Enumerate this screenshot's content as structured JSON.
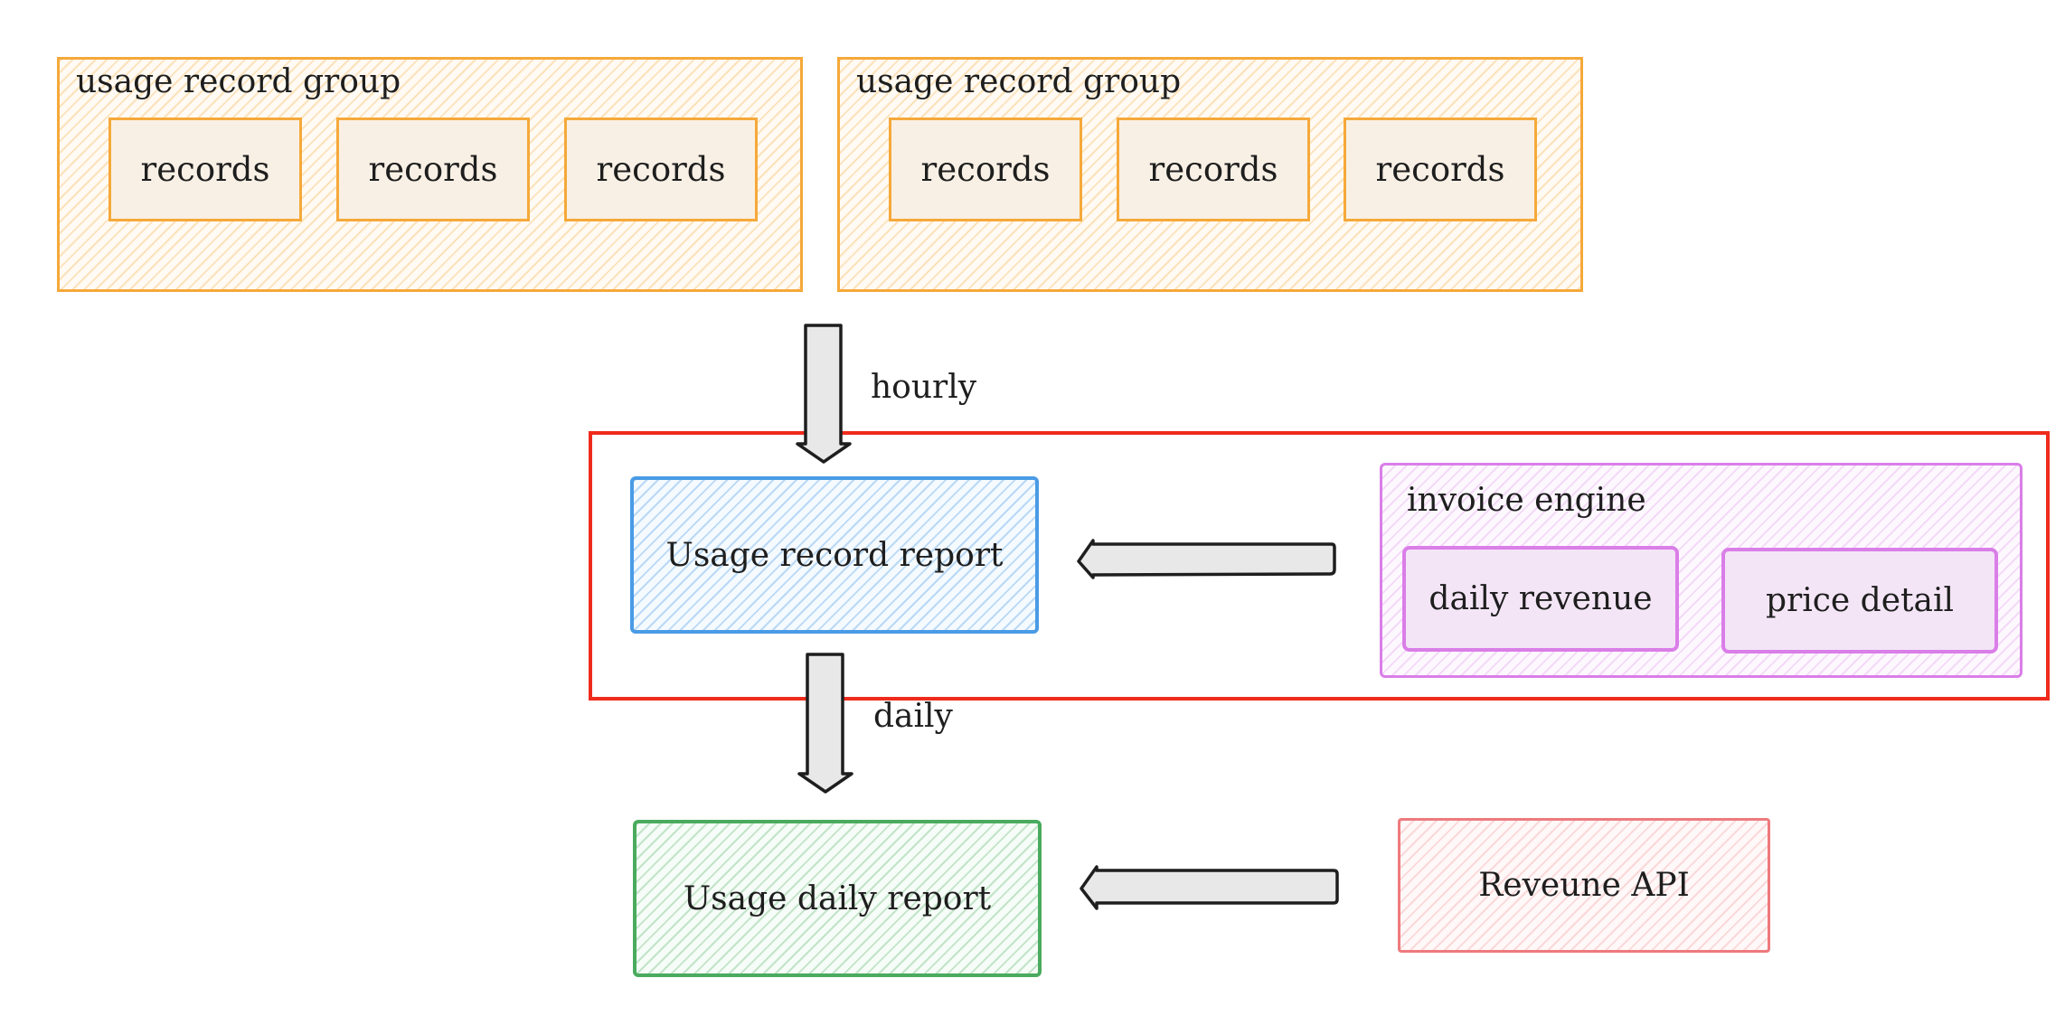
{
  "diagram": {
    "groups": [
      {
        "title": "usage record group",
        "children": [
          "records",
          "records",
          "records"
        ]
      },
      {
        "title": "usage record group",
        "children": [
          "records",
          "records",
          "records"
        ]
      }
    ],
    "usage_record_report": "Usage record report",
    "invoice_engine": {
      "title": "invoice engine",
      "children": [
        "daily revenue",
        "price detail"
      ]
    },
    "usage_daily_report": "Usage daily report",
    "revenue_api": "Reveune API",
    "edges": {
      "hourly": "hourly",
      "daily": "daily"
    }
  },
  "colors": {
    "record_group": "#f5a93a",
    "usage_record_report": "#4a9be6",
    "invoice_engine": "#da7ee8",
    "usage_daily_report": "#4aab5e",
    "revenue_api": "#ee7a7e",
    "highlight_frame": "#ef2b1c",
    "arrow_fill": "#e8e8e8",
    "arrow_stroke": "#1e1e1e"
  }
}
